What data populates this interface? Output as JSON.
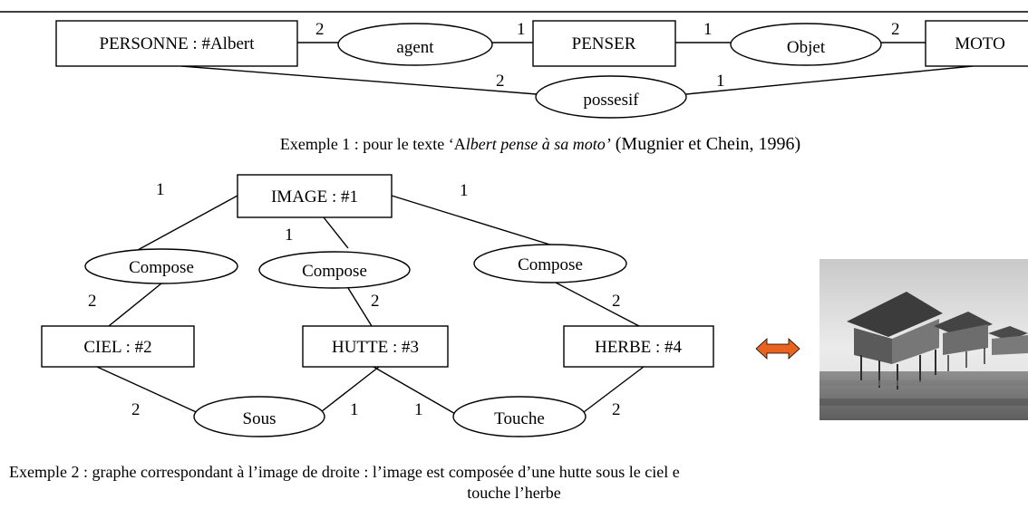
{
  "example1": {
    "nodes": {
      "personne": "PERSONNE : #Albert",
      "agent": "agent",
      "penser": "PENSER",
      "objet": "Objet",
      "moto": "MOTO",
      "possesif": "possesif"
    },
    "cardinalities": {
      "personne_agent": "2",
      "agent_penser": "1",
      "penser_objet": "1",
      "objet_moto": "2",
      "personne_possesif": "2",
      "possesif_moto": "1"
    },
    "caption": {
      "prefix": "Exemple 1 : pour le texte ‘A",
      "italic": "lbert pense à sa moto’",
      "suffix": " (Mugnier et Chein, 1996)"
    }
  },
  "example2": {
    "nodes": {
      "image": "IMAGE : #1",
      "compose_left": "Compose",
      "compose_mid": "Compose",
      "compose_right": "Compose",
      "ciel": "CIEL : #2",
      "hutte": "HUTTE : #3",
      "herbe": "HERBE : #4",
      "sous": "Sous",
      "touche": "Touche"
    },
    "cardinalities": {
      "image_compose_left": "1",
      "image_compose_mid": "1",
      "image_compose_right": "1",
      "compose_left_ciel": "2",
      "compose_mid_hutte": "2",
      "compose_right_herbe": "2",
      "ciel_sous": "2",
      "sous_hutte": "1",
      "hutte_touche": "1",
      "touche_herbe": "2"
    },
    "arrow_color": "#e8641e",
    "photo_subject": "huts-on-stilts-photo",
    "caption_line1": "Exemple 2 : graphe correspondant à l’image de droite : l’image est composée d’une hutte sous le ciel e",
    "caption_line2": "touche l’herbe"
  }
}
